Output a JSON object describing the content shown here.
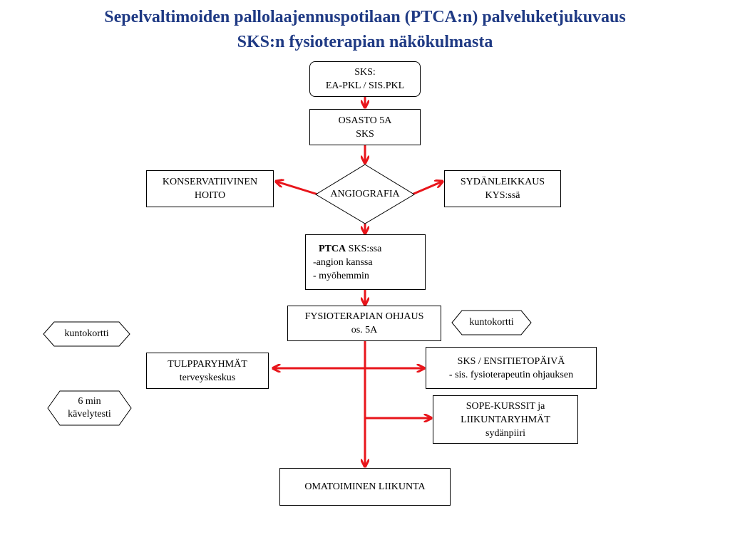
{
  "title": {
    "line1": "Sepelvaltimoiden pallolaajennuspotilaan (PTCA:n) palveluketjukuvaus",
    "line2": "SKS:n fysioterapian näkökulmasta"
  },
  "nodes": {
    "sks": {
      "line1": "SKS:",
      "line2": "EA-PKL / SIS.PKL"
    },
    "osasto": {
      "line1": "OSASTO 5A",
      "line2": "SKS"
    },
    "angiografia": {
      "label": "ANGIOGRAFIA"
    },
    "konservatiivinen": {
      "line1": "KONSERVATIIVINEN",
      "line2": "HOITO"
    },
    "sydanleikkaus": {
      "line1": "SYDÄNLEIKKAUS",
      "line2": "KYS:ssä"
    },
    "ptca": {
      "bold": "PTCA",
      "rest": " SKS:ssa",
      "line2": "-angion kanssa",
      "line3": "- myöhemmin"
    },
    "fysioterapia": {
      "line1": "FYSIOTERAPIAN OHJAUS",
      "line2": "os. 5A"
    },
    "kuntokortti_right": {
      "label": "kuntokortti"
    },
    "kuntokortti_left": {
      "label": "kuntokortti"
    },
    "kavelytesti": {
      "line1": "6 min",
      "line2": "kävelytesti"
    },
    "tulpparyhmat": {
      "line1": "TULPPARYHMÄT",
      "line2": "terveyskeskus"
    },
    "ensitietopaiva": {
      "line1": "SKS / ENSITIETOPÄIVÄ",
      "line2": "- sis. fysioterapeutin ohjauksen"
    },
    "sope": {
      "line1": "SOPE-KURSSIT ja",
      "line2": "LIIKUNTARYHMÄT",
      "line3": "sydänpiiri"
    },
    "omatoiminen": {
      "label": "OMATOIMINEN LIIKUNTA"
    }
  },
  "colors": {
    "title": "#1f3a84",
    "arrow": "#e8151b",
    "border": "#000000"
  }
}
